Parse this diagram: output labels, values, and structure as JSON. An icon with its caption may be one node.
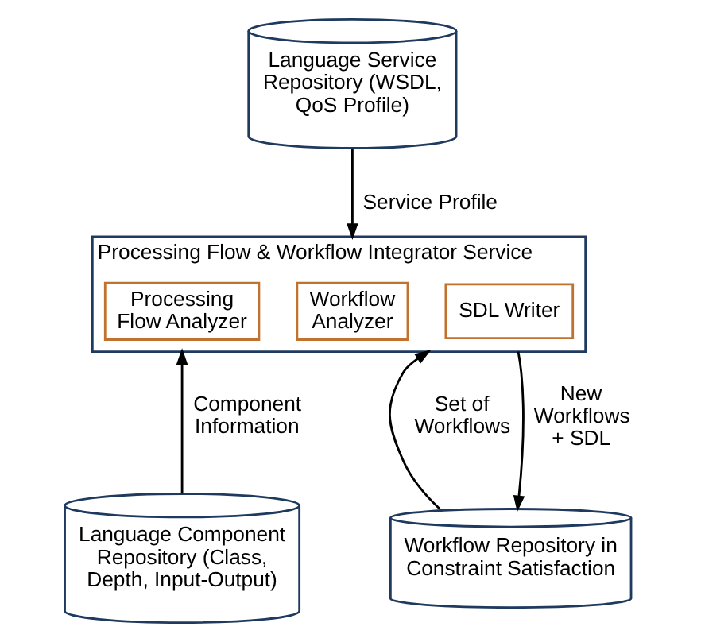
{
  "diagram": {
    "nodes": [
      {
        "text": [
          "Language Service Repository (WSDL, QoS Profile)"
        ]
      },
      {
        "text": [
          "Processing Flow & Workflow Integrator Service"
        ]
      },
      {
        "text": [
          "Processing Flow Analyzer"
        ],
        "in": 1
      },
      {
        "text": [
          "Workflow Analyzer"
        ],
        "in": 1
      },
      {
        "text": [
          "SDL Writer"
        ],
        "in": 1
      },
      {
        "text": [
          "Language Component Repository (Class, Depth, Input-Output)"
        ]
      },
      {
        "text": [
          "Workflow Repository in Constraint Satisfaction"
        ]
      }
    ],
    "edges": [
      {
        "from": 0,
        "to": 1,
        "arrow": "to",
        "label": "Service Profile"
      },
      {
        "from": 5,
        "to": 1,
        "arrow": "to",
        "label": "Component Information"
      },
      {
        "from": 6,
        "to": 1,
        "arrow": "to",
        "label": "Set of Workflows"
      },
      {
        "from": 1,
        "to": 6,
        "arrow": "to",
        "label": "New Workflows + SDL"
      }
    ]
  }
}
